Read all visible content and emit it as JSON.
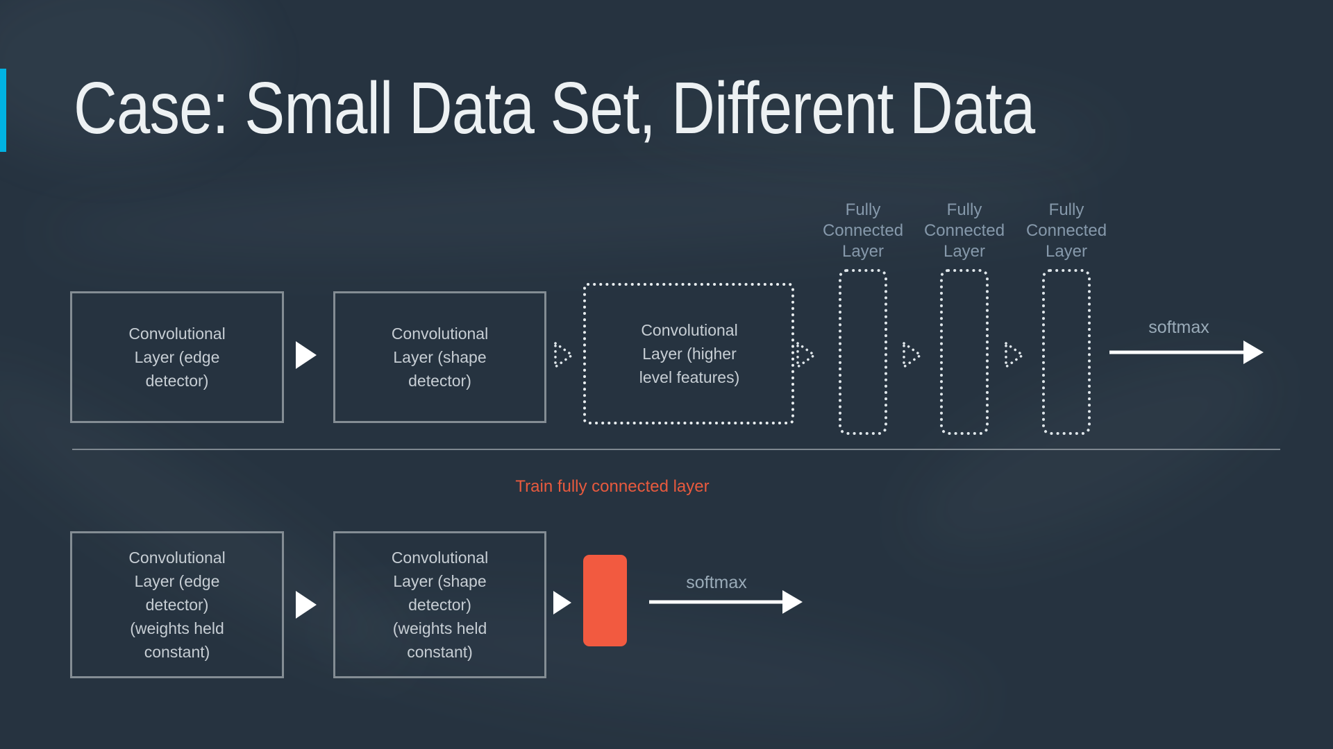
{
  "slide": {
    "title": "Case: Small Data Set, Different Data",
    "accent_color": "#00b3e3",
    "background_color": "#263340"
  },
  "top_row": {
    "boxes": [
      {
        "label": "Convolutional\nLayer (edge\ndetector)",
        "style": "solid"
      },
      {
        "label": "Convolutional\nLayer (shape\ndetector)",
        "style": "solid"
      },
      {
        "label": "Convolutional\nLayer (higher\nlevel features)",
        "style": "dotted"
      }
    ],
    "fc_layers": [
      {
        "label": "Fully\nConnected\nLayer"
      },
      {
        "label": "Fully\nConnected\nLayer"
      },
      {
        "label": "Fully\nConnected\nLayer"
      }
    ],
    "softmax_label": "softmax"
  },
  "bottom_row": {
    "annotation": "Train fully connected layer",
    "annotation_color": "#e85a3e",
    "boxes": [
      {
        "label": "Convolutional\nLayer (edge\ndetector)\n(weights held\nconstant)",
        "style": "solid"
      },
      {
        "label": "Convolutional\nLayer (shape\ndetector)\n(weights held\nconstant)",
        "style": "solid"
      }
    ],
    "fc_block_color": "#f25a40",
    "softmax_label": "softmax"
  }
}
